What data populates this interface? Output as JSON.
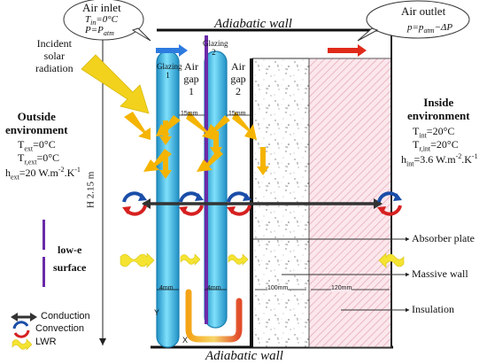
{
  "walls": {
    "top_label": "Adiabatic wall",
    "bottom_label": "Adiabatic wall"
  },
  "air_inlet": {
    "title": "Air inlet",
    "temp": "T",
    "temp_sub": "in",
    "temp_val": "=0°C",
    "pres": "P",
    "pres_val": "=P",
    "pres_sub": "atm"
  },
  "air_outlet": {
    "title": "Air outlet",
    "pres": "p=p",
    "pres_sub": "atm",
    "pres_val": "−ΔP"
  },
  "solar": {
    "line1": "Incident",
    "line2": "solar",
    "line3": "radiation"
  },
  "outside": {
    "title1": "Outside",
    "title2": "environment",
    "text_label": "T",
    "text_sub": "ext",
    "text_val": "=0°C",
    "tr_label": "T",
    "tr_sub": "r,ext",
    "tr_val": "=0°C",
    "h_label": "h",
    "h_sub": "ext",
    "h_val": "=20 W.m",
    "h_exp1": "-2",
    "h_mid": ".K",
    "h_exp2": "-1"
  },
  "inside": {
    "title1": "Inside",
    "title2": "environment",
    "tint_label": "T",
    "tint_sub": "int",
    "tint_val": "=20°C",
    "tr_label": "T",
    "tr_sub": "r,int",
    "tr_val": "=20°C",
    "h_label": "h",
    "h_sub": "int",
    "h_val": "=3.6 W.m",
    "h_exp1": "-2",
    "h_mid": ".K",
    "h_exp2": "-1"
  },
  "glazing1": {
    "line1": "Glazing",
    "line2": "1"
  },
  "glazing2": {
    "line1": "Glazing",
    "line2": "2"
  },
  "airgap1": {
    "line1": "Air",
    "line2": "gap",
    "line3": "1"
  },
  "airgap2": {
    "line1": "Air",
    "line2": "gap",
    "line3": "2"
  },
  "dims": {
    "gap1": "15mm",
    "gap2": "15mm",
    "glass1": "4mm",
    "glass2": "4mm",
    "massive": "100mm",
    "insulation": "120mm"
  },
  "height_label": "H 2.15 m",
  "lowe": {
    "line1": "low-e",
    "line2": "surface"
  },
  "callouts": {
    "absorber": "Absorber plate",
    "massive": "Massive wall",
    "insulation": "Insulation"
  },
  "legend": {
    "conduction": "Conduction",
    "convection": "Convection",
    "lwr": "LWR"
  },
  "axis_marks": {
    "y": "Y",
    "x": "X"
  },
  "colors": {
    "glass": "#4fc3e8",
    "glass_edge": "#1a7fb0",
    "solar": "#f2d21c",
    "arrow_orange": "#f5b400",
    "lowe": "#6a2aa8",
    "insulation_hatch": "#e7a4b4",
    "inlet_arrow": "#2e7be0",
    "outlet_arrow": "#e02a1a"
  }
}
